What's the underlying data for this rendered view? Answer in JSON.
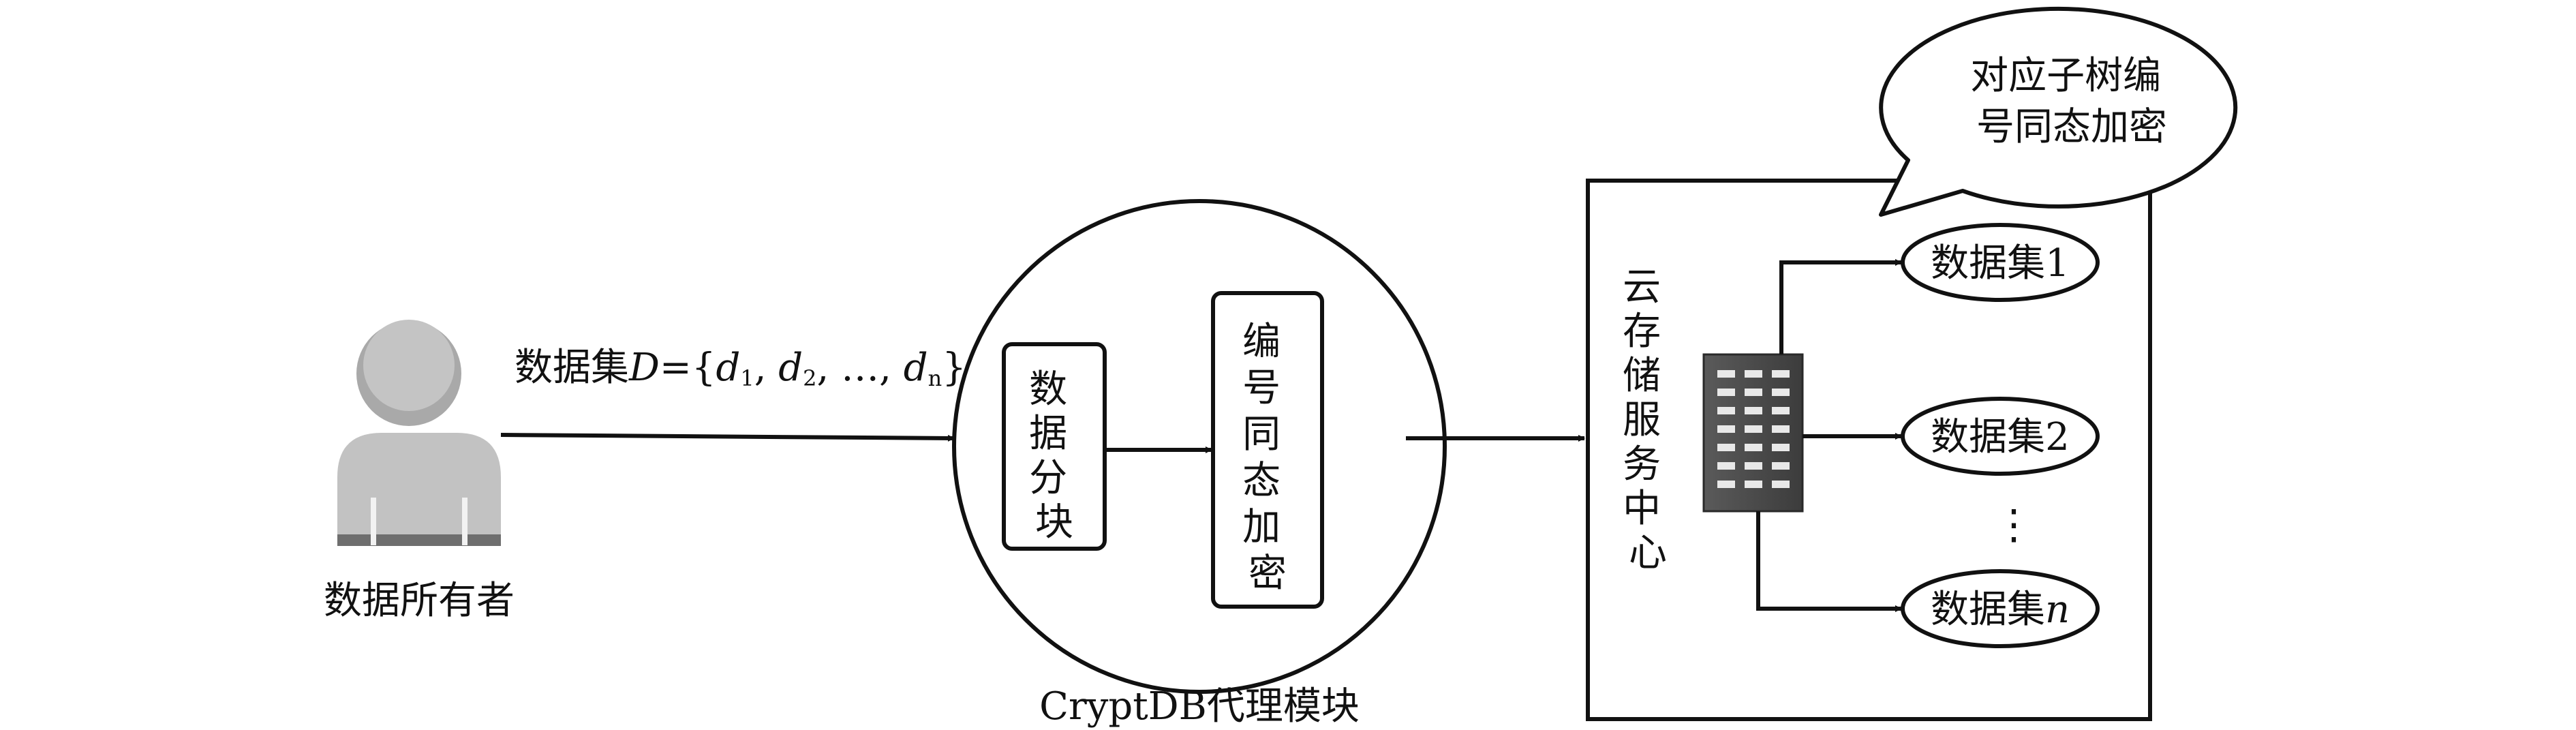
{
  "owner": {
    "icon": "user-icon",
    "label": "数据所有者"
  },
  "dataset_label": {
    "prefix": "数据集",
    "var": "D",
    "eq": "={",
    "d1": "d",
    "s1": "1",
    "sep1": ", ",
    "d2": "d",
    "s2": "2",
    "sep2": ", …, ",
    "dn": "d",
    "sn": "n",
    "close": "}"
  },
  "proxy": {
    "name": "CryptDB代理模块",
    "partition_chars": [
      "数",
      "据",
      "分",
      "块"
    ],
    "encrypt_chars": [
      "编",
      "号",
      "同",
      "态",
      "加",
      "密"
    ]
  },
  "cloud": {
    "label_chars": [
      "云",
      "存",
      "储",
      "服",
      "务",
      "中",
      "心"
    ],
    "server_icon": "server-building-icon",
    "callout_lines": [
      "对应子树编",
      "号同态加密"
    ],
    "datasets": [
      {
        "base": "数据集",
        "suffix": "1",
        "italic": false
      },
      {
        "base": "数据集",
        "suffix": "2",
        "italic": false
      },
      {
        "base": "数据集",
        "suffix": "n",
        "italic": true
      }
    ],
    "ellipsis": "⋮"
  }
}
